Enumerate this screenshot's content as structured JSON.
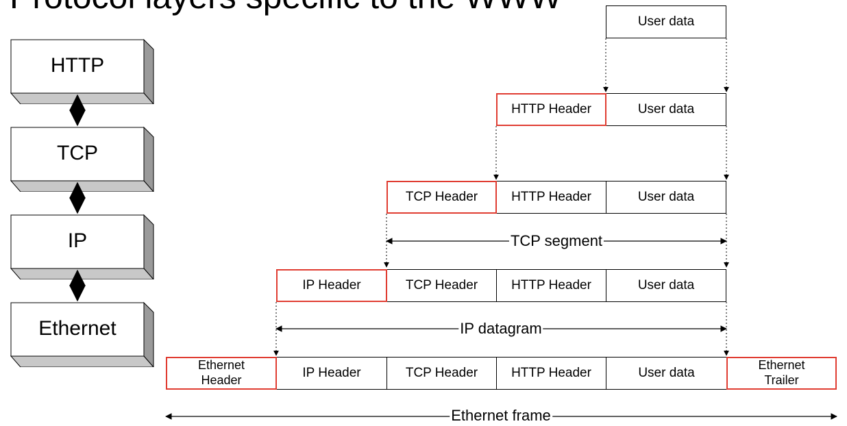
{
  "title": "Protocol layers specific to the WWW",
  "layers": [
    "HTTP",
    "TCP",
    "IP",
    "Ethernet"
  ],
  "encapsulation": {
    "row_http": [
      "HTTP Header",
      "User data"
    ],
    "row_user": [
      "User data"
    ],
    "row_tcp": [
      "TCP Header",
      "HTTP Header",
      "User data"
    ],
    "row_ip": [
      "IP Header",
      "TCP Header",
      "HTTP Header",
      "User data"
    ],
    "row_eth": {
      "header_line1": "Ethernet",
      "header_line2": "Header",
      "ip": "IP Header",
      "tcp": "TCP Header",
      "http": "HTTP Header",
      "user": "User data",
      "trailer_line1": "Ethernet",
      "trailer_line2": "Trailer"
    }
  },
  "spans": {
    "tcp_segment": "TCP segment",
    "ip_datagram": "IP datagram",
    "ethernet_frame": "Ethernet frame"
  },
  "colors": {
    "header_border": "#e03c31",
    "box_border": "#000000",
    "layer_shade": "#c8c8c8"
  }
}
